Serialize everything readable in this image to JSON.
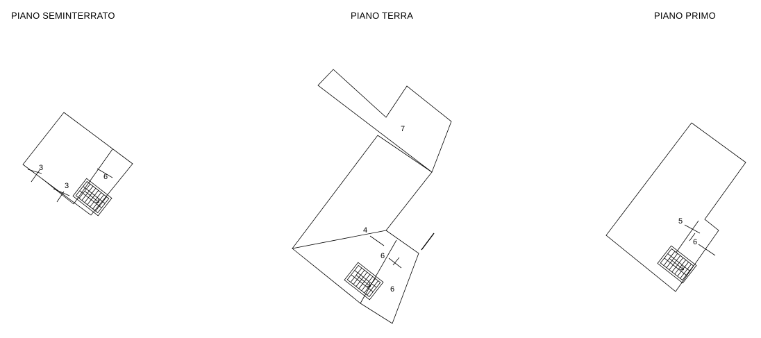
{
  "floors": [
    {
      "title": "PIANO SEMINTERRATO",
      "labels": [
        "3",
        "3",
        "6"
      ]
    },
    {
      "title": "PIANO TERRA",
      "labels": [
        "7",
        "4",
        "6",
        "6"
      ]
    },
    {
      "title": "PIANO PRIMO",
      "labels": [
        "5",
        "6"
      ]
    }
  ]
}
